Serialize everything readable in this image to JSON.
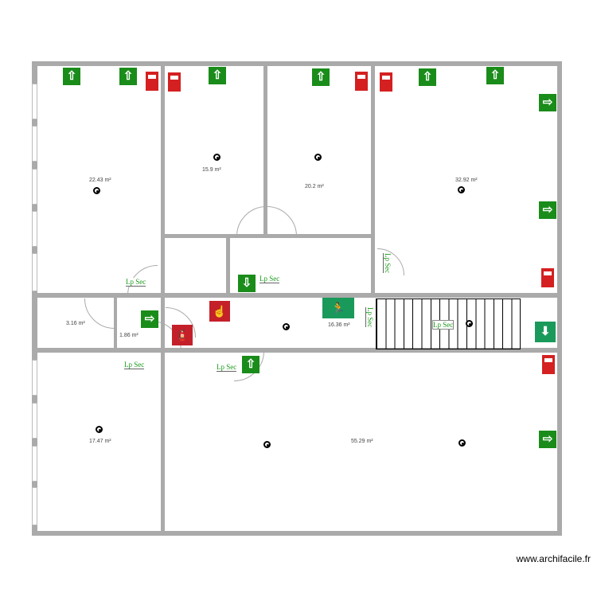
{
  "rooms": {
    "r1": "22.43 m²",
    "r2": "15.9 m²",
    "r3": "20.2 m²",
    "r4": "32.92 m²",
    "r5": "3.16 m²",
    "r6": "1.86 m²",
    "r7": "16.36 m²",
    "r8": "17.47 m²",
    "r9": "55.29 m²"
  },
  "labels": {
    "lp": "Lp Sec"
  },
  "icons": {
    "exit_up": "⇧",
    "exit_right": "⇨",
    "exit_down": "⇩",
    "arrow_down": "⬇",
    "extinguisher": "🧯",
    "alarm": "☝",
    "running": "🏃"
  },
  "colors": {
    "exit_green": "#1a8c1a",
    "fire_red": "#d42020",
    "wall": "#aaaaaa"
  },
  "footer": "www.archifacile.fr"
}
